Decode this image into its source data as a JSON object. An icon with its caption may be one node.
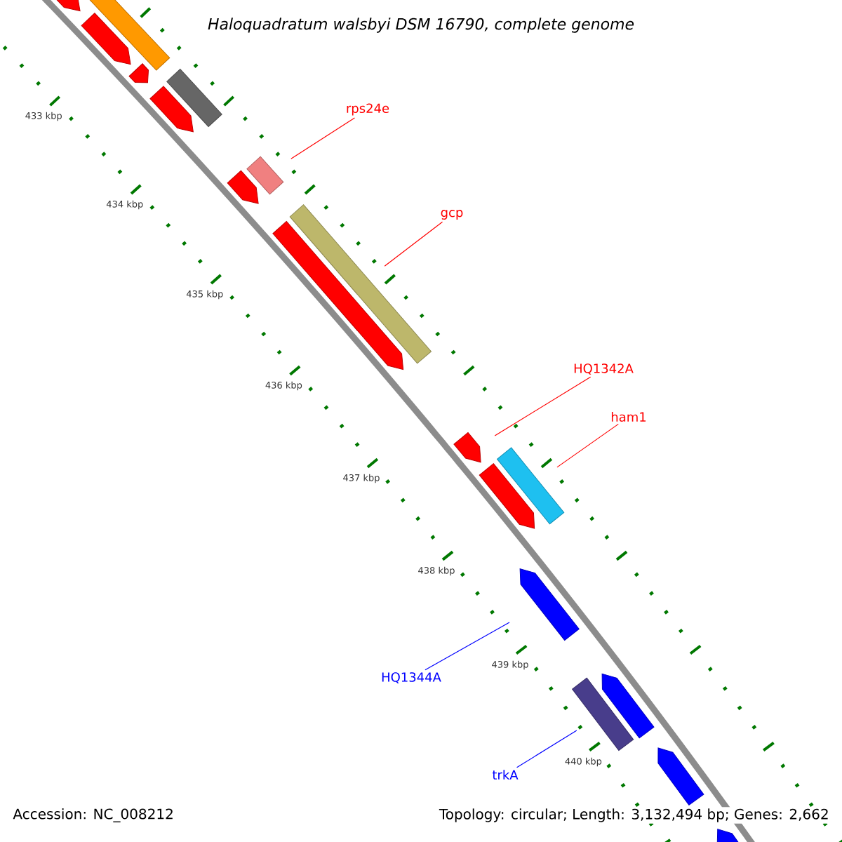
{
  "diagram": {
    "title": "Haloquadratum walsbyi DSM 16790, complete genome",
    "nodes": [
      {
        "text": [
          "rps24e"
        ]
      },
      {
        "text": [],
        "shape": "bar"
      },
      {
        "text": [
          "gcp"
        ]
      },
      {
        "text": [],
        "shape": "bar"
      },
      {
        "text": [
          "HQ1342A"
        ]
      },
      {
        "text": [],
        "shape": "arrow"
      },
      {
        "text": [
          "ham1"
        ]
      },
      {
        "text": [],
        "shape": "bar"
      },
      {
        "text": [
          "HQ1344A"
        ]
      },
      {
        "text": [],
        "shape": "arrow"
      },
      {
        "text": [
          "trkA"
        ]
      },
      {
        "text": [],
        "shape": "bar"
      },
      {
        "text": [],
        "shape": "arrow"
      },
      {
        "text": [],
        "shape": "bar"
      },
      {
        "text": [],
        "shape": "arrow"
      },
      {
        "text": [],
        "shape": "arrow"
      },
      {
        "text": [],
        "shape": "bar"
      },
      {
        "text": [],
        "shape": "arrow"
      },
      {
        "text": [],
        "shape": "arrow"
      },
      {
        "text": [],
        "shape": "arrow"
      },
      {
        "text": [],
        "shape": "arrow"
      },
      {
        "text": [],
        "shape": "arrow"
      },
      {
        "text": [],
        "shape": "arrow"
      },
      {
        "text": [],
        "shape": "arrow"
      }
    ],
    "edges": [
      {
        "from": 0,
        "to": 1,
        "arrow": "none"
      },
      {
        "from": 2,
        "to": 3,
        "arrow": "none"
      },
      {
        "from": 4,
        "to": 5,
        "arrow": "none"
      },
      {
        "from": 6,
        "to": 7,
        "arrow": "none"
      },
      {
        "from": 8,
        "to": 9,
        "arrow": "none",
        "color": "#0000ff"
      },
      {
        "from": 10,
        "to": 11,
        "arrow": "none",
        "color": "#0000ff"
      }
    ],
    "labels": [
      "433 kbp",
      "434 kbp",
      "435 kbp",
      "436 kbp",
      "437 kbp",
      "438 kbp",
      "439 kbp",
      "440 kbp",
      "Accession: NC_008212",
      "Topology: circular; Length: 3,132,494 bp; Genes: 2,662"
    ]
  }
}
